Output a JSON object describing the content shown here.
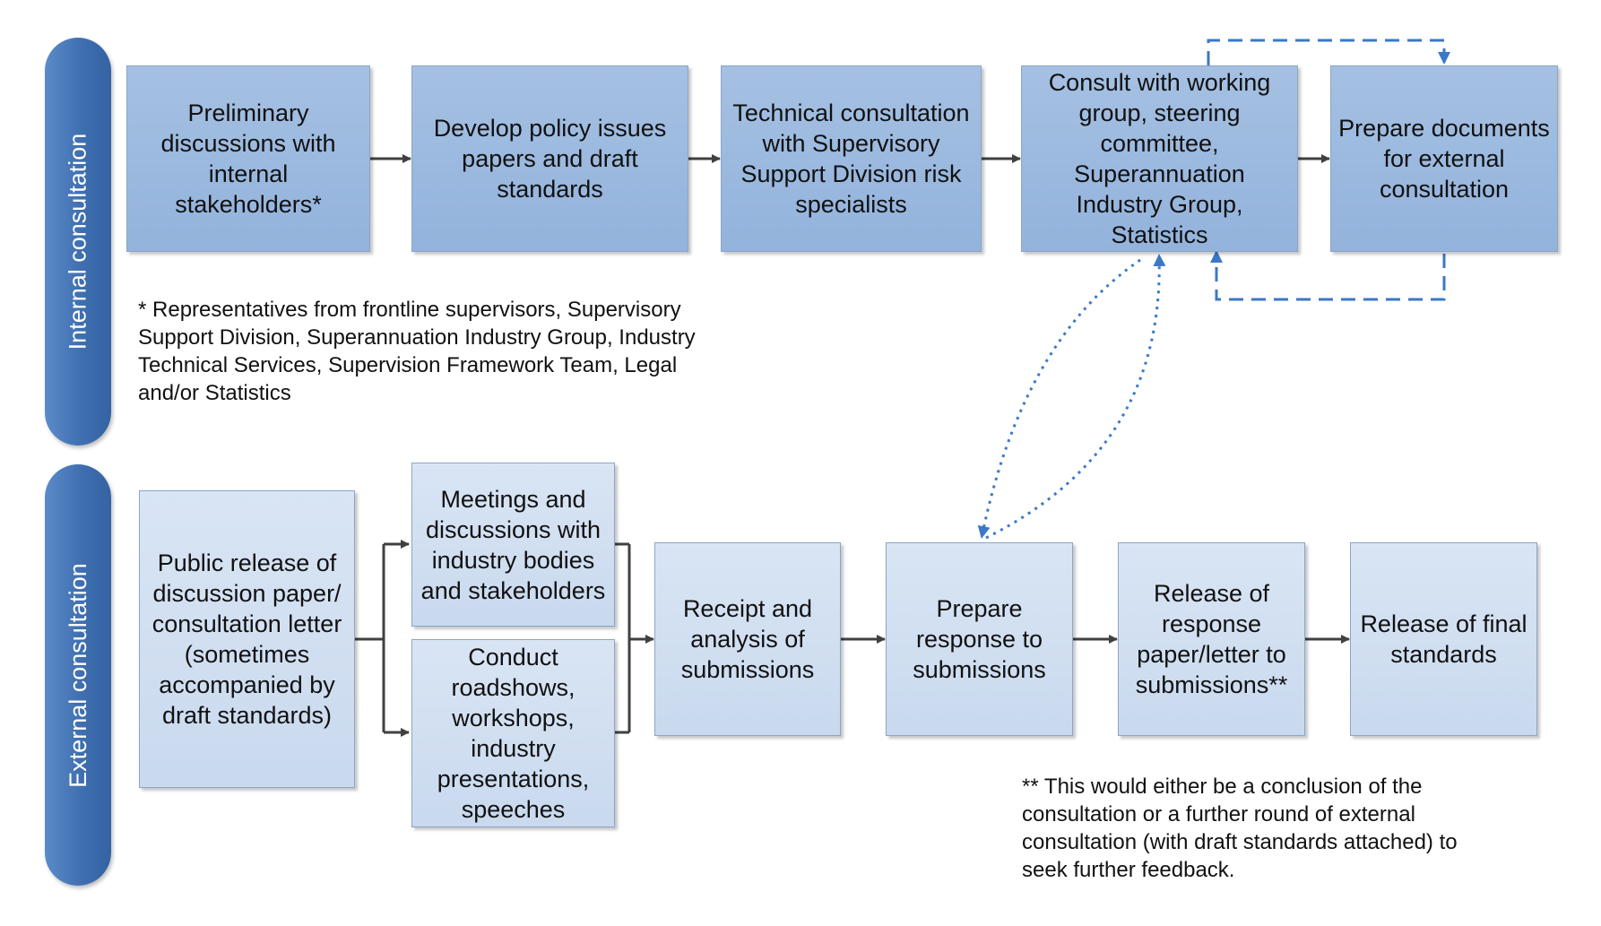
{
  "lanes": {
    "internal": "Internal consultation",
    "external": "External consultation"
  },
  "internal_steps": [
    "Preliminary discussions with internal stakeholders*",
    "Develop policy issues papers and draft standards",
    "Technical consultation with Supervisory Support Division risk specialists",
    "Consult with working group, steering committee, Superannuation Industry Group, Statistics",
    "Prepare documents for external consultation"
  ],
  "external_steps": {
    "public_release": "Public release of discussion paper/ consultation letter (sometimes accompanied by draft standards)",
    "meetings": "Meetings and discussions with industry bodies and stakeholders",
    "roadshows": "Conduct roadshows, workshops, industry presentations, speeches",
    "receipt": "Receipt and analysis of submissions",
    "prepare_response": "Prepare response to submissions",
    "release_response": "Release of response paper/letter to submissions**",
    "release_final": "Release of final standards"
  },
  "notes": {
    "internal_footnote": "* Representatives from frontline supervisors, Supervisory Support Division, Superannuation Industry Group, Industry Technical Services, Supervision Framework Team, Legal and/or Statistics",
    "external_footnote": "** This would either be a conclusion of the consultation or a further round of external consultation (with draft standards attached) to seek further feedback."
  },
  "colors": {
    "lane": "#3f6fb0",
    "dark_box": "#95b3dc",
    "light_box": "#d3e1f2",
    "arrow": "#404040",
    "loop_arrow": "#3b78c6"
  }
}
